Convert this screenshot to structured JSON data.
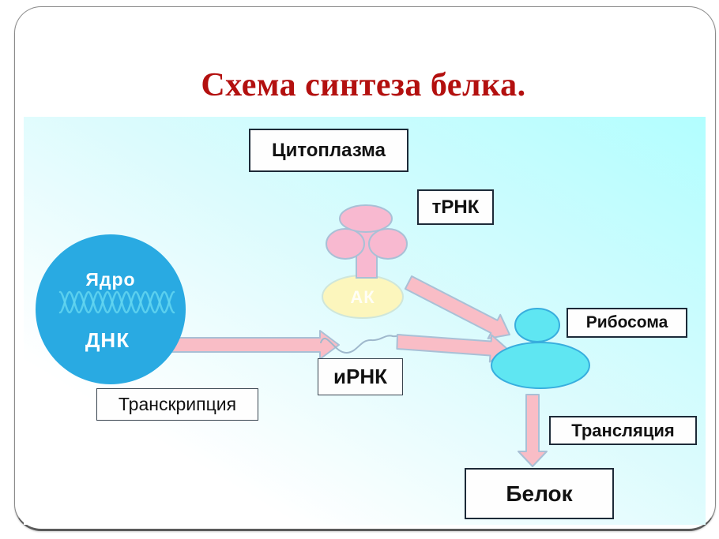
{
  "slide": {
    "title": "Схема синтеза белка."
  },
  "diagram": {
    "boxes": {
      "cytoplasm": "Цитоплазма",
      "trna": "тРНК",
      "ribosome": "Рибосома",
      "mrna": "иРНК",
      "transcription": "Транскрипция",
      "translation": "Трансляция",
      "protein": "Белок"
    },
    "nucleus": {
      "label": "Ядро",
      "sublabel": "ДНК"
    },
    "amino_acid_label": "АК",
    "colors": {
      "title_red": "#b3100f",
      "nucleus_blue": "#29aae2",
      "helix_cyan": "#63d6f0",
      "pink_fill": "#f8b9d0",
      "pink_arrow_fill": "#f9bdc6",
      "pink_border": "#a9c0d6",
      "yellow_fill": "#fcf6bd",
      "yellow_border": "#cfe6da",
      "ribosome_fill": "#5fe6f2",
      "ribosome_border": "#38aede",
      "box_border": "#1c2a38",
      "bg_cyan_top": "#b2feff",
      "bg_white": "#ffffff",
      "wave_stroke": "#9fb8cc"
    }
  }
}
